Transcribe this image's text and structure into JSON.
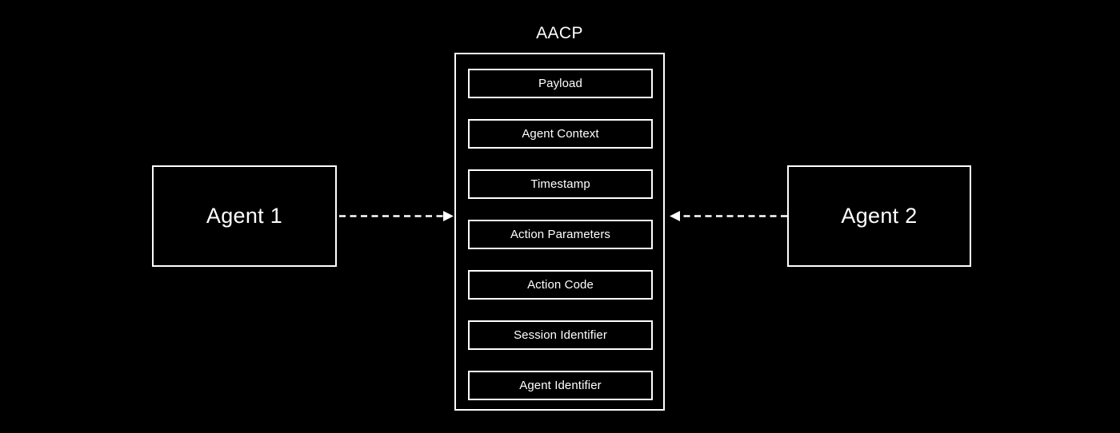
{
  "diagram": {
    "title": "AACP",
    "background_color": "#000000",
    "stroke_color": "#ffffff",
    "nodes": {
      "left_agent": "Agent 1",
      "right_agent": "Agent 2"
    },
    "protocol_fields": [
      {
        "label": "Payload"
      },
      {
        "label": "Agent Context"
      },
      {
        "label": "Timestamp"
      },
      {
        "label": "Action Parameters"
      },
      {
        "label": "Action Code"
      },
      {
        "label": "Session Identifier"
      },
      {
        "label": "Agent Identifier"
      }
    ],
    "connectors": [
      {
        "name": "agent1-to-aacp",
        "style": "dashed",
        "direction": "right",
        "from": "Agent 1",
        "to": "AACP"
      },
      {
        "name": "agent2-to-aacp",
        "style": "dashed",
        "direction": "left",
        "from": "Agent 2",
        "to": "AACP"
      }
    ]
  }
}
